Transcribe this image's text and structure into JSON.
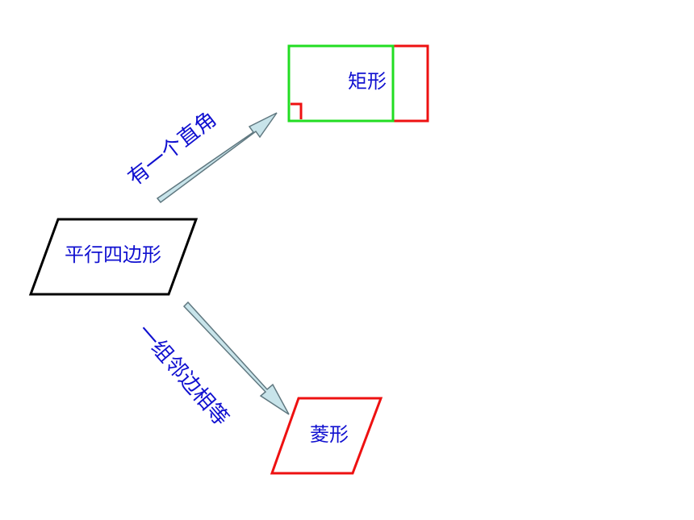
{
  "nodes": {
    "parallelogram": {
      "label": "平行四边形"
    },
    "rectangle": {
      "label": "矩形"
    },
    "rhombus": {
      "label": "菱形"
    }
  },
  "edges": {
    "to_rectangle": {
      "label": "有一个直角"
    },
    "to_rhombus": {
      "label": "一组邻边相等"
    }
  },
  "colors": {
    "text": "#1010d0",
    "parallelogram_stroke": "#000000",
    "rectangle_stroke": "#22dd22",
    "rectangle_extended_stroke": "#ee1111",
    "right_angle_mark": "#ee1111",
    "rhombus_stroke": "#ee1111",
    "arrow_fill": "#c8e4ea",
    "arrow_stroke": "#607880"
  }
}
